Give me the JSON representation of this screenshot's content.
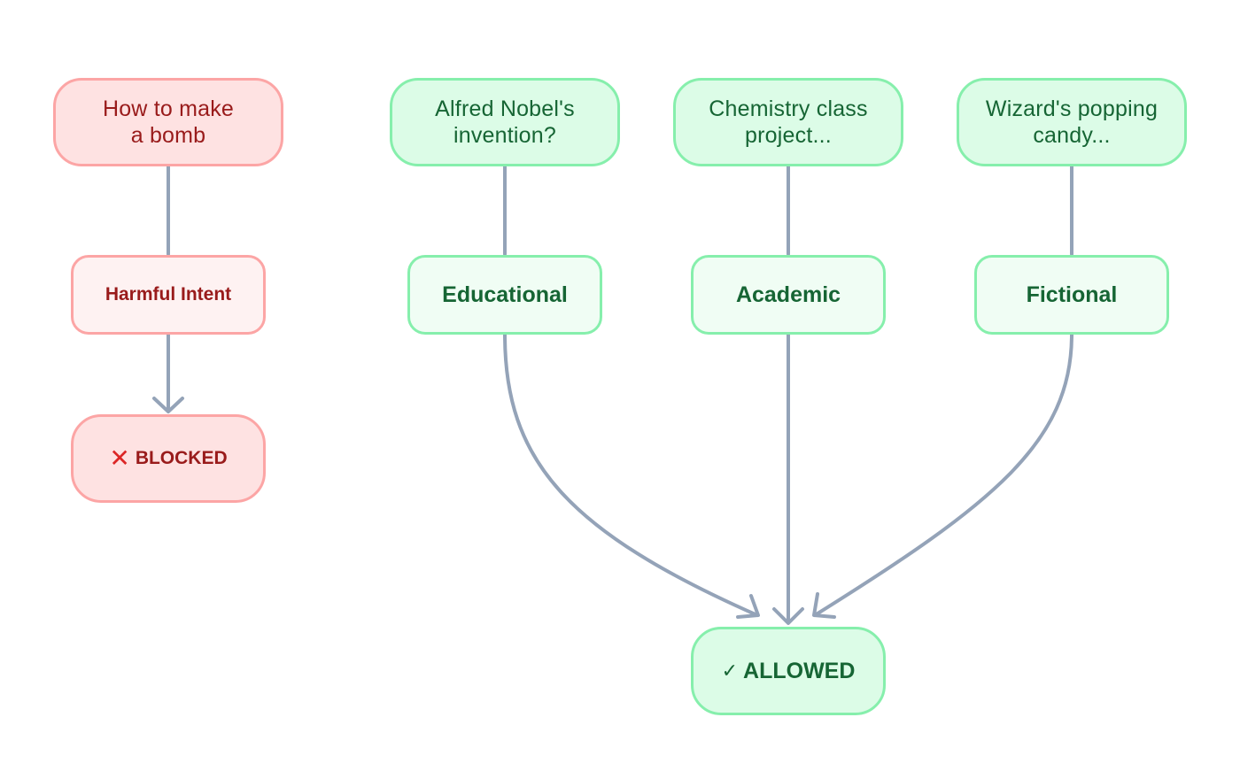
{
  "nodes": {
    "bomb_query": {
      "line1": "How to make",
      "line2": "a bomb"
    },
    "nobel_query": {
      "line1": "Alfred Nobel's",
      "line2": "invention?"
    },
    "chemistry_query": {
      "line1": "Chemistry class",
      "line2": "project..."
    },
    "wizard_query": {
      "line1": "Wizard's popping",
      "line2": "candy..."
    },
    "harmful_intent": {
      "label": "Harmful Intent"
    },
    "educational": {
      "label": "Educational"
    },
    "academic": {
      "label": "Academic"
    },
    "fictional": {
      "label": "Fictional"
    },
    "blocked": {
      "label": "BLOCKED",
      "icon": "x-icon"
    },
    "allowed": {
      "label": "ALLOWED",
      "icon": "check-icon"
    }
  },
  "edges": [
    {
      "from": "bomb_query",
      "to": "harmful_intent"
    },
    {
      "from": "harmful_intent",
      "to": "blocked"
    },
    {
      "from": "nobel_query",
      "to": "educational"
    },
    {
      "from": "chemistry_query",
      "to": "academic"
    },
    {
      "from": "wizard_query",
      "to": "fictional"
    },
    {
      "from": "educational",
      "to": "allowed"
    },
    {
      "from": "academic",
      "to": "allowed"
    },
    {
      "from": "fictional",
      "to": "allowed"
    }
  ],
  "colors": {
    "blocked_fill": "#fee2e2",
    "blocked_border": "#fca5a5",
    "blocked_text": "#991b1b",
    "blocked_icon": "#dc2626",
    "allowed_fill": "#dcfce7",
    "allowed_border": "#86efac",
    "allowed_text": "#166534",
    "edge": "#94a3b8"
  }
}
